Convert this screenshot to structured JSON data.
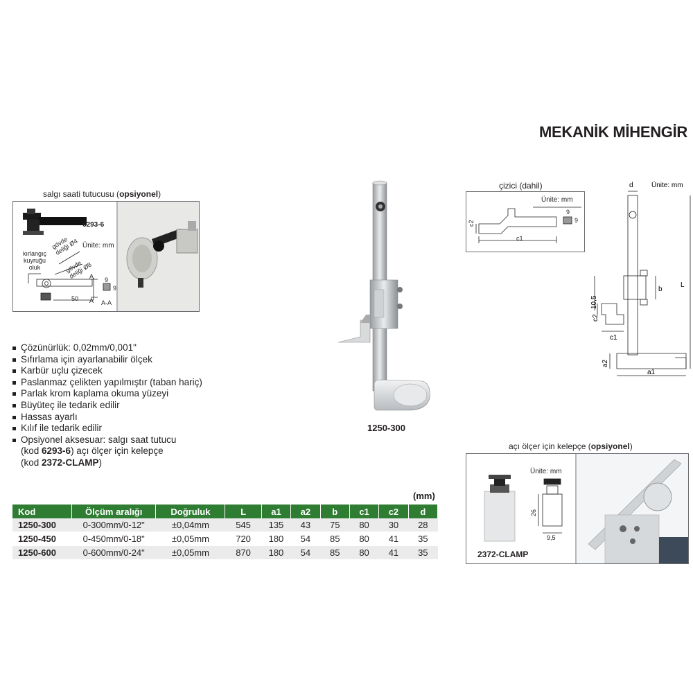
{
  "title": "MEKANİK MİHENGİR",
  "dial_holder": {
    "caption_pre": "salgı saati tutucusu (",
    "caption_bold": "opsiyonel",
    "caption_post": ")",
    "code": "6293-6",
    "unit": "Ünite: mm",
    "label_dovetail_1": "kırlangıç",
    "label_dovetail_2": "kuyruğu",
    "label_dovetail_3": "oluk",
    "label_hole4_1": "gövde",
    "label_hole4_2": "deliği Ø4",
    "label_hole8_1": "gövde",
    "label_hole8_2": "deliği Ø8",
    "dim_50": "50",
    "dim_9a": "9",
    "dim_9b": "9",
    "section_a1": "A",
    "section_a2": "A",
    "section_aa": "A-A"
  },
  "scriber": {
    "caption": "çizici (dahil)",
    "unit": "Ünite: mm",
    "c2": "c2",
    "c1": "c1",
    "dim_9a": "9",
    "dim_9b": "9"
  },
  "drawing": {
    "unit": "Ünite: mm",
    "d": "d",
    "L": "L",
    "b": "b",
    "dim_10_5": "10,5",
    "c2": "c2",
    "c1": "c1",
    "a2": "a2",
    "a1": "a1"
  },
  "product_label": "1250-300",
  "features": [
    "Çözünürlük: 0,02mm/0,001\"",
    "Sıfırlama için ayarlanabilir ölçek",
    "Karbür uçlu çizecek",
    "Paslanmaz çelikten yapılmıştır (taban hariç)",
    "Parlak krom kaplama okuma yüzeyi",
    "Büyüteç ile tedarik edilir",
    "Hassas ayarlı",
    "Kılıf ile tedarik edilir",
    "Opsiyonel aksesuar: salgı saat tutucu"
  ],
  "accessory_line2_a": "(kod ",
  "accessory_line2_b": "6293-6",
  "accessory_line2_c": ") açı ölçer için kelepçe",
  "accessory_line3_a": "(kod ",
  "accessory_line3_b": "2372-CLAMP",
  "accessory_line3_c": ")",
  "clamp": {
    "caption_pre": "açı ölçer için kelepçe (",
    "caption_bold": "opsiyonel",
    "caption_post": ")",
    "unit": "Ünite: mm",
    "dim_26": "26",
    "dim_9_5": "9,5",
    "code": "2372-CLAMP"
  },
  "table": {
    "unit": "(mm)",
    "headers": [
      "Kod",
      "Ölçüm aralığı",
      "Doğruluk",
      "L",
      "a1",
      "a2",
      "b",
      "c1",
      "c2",
      "d"
    ],
    "rows": [
      [
        "1250-300",
        "0-300mm/0-12\"",
        "±0,04mm",
        "545",
        "135",
        "43",
        "75",
        "80",
        "30",
        "28"
      ],
      [
        "1250-450",
        "0-450mm/0-18\"",
        "±0,05mm",
        "720",
        "180",
        "54",
        "85",
        "80",
        "41",
        "35"
      ],
      [
        "1250-600",
        "0-600mm/0-24\"",
        "±0,05mm",
        "870",
        "180",
        "54",
        "85",
        "80",
        "41",
        "35"
      ]
    ]
  }
}
